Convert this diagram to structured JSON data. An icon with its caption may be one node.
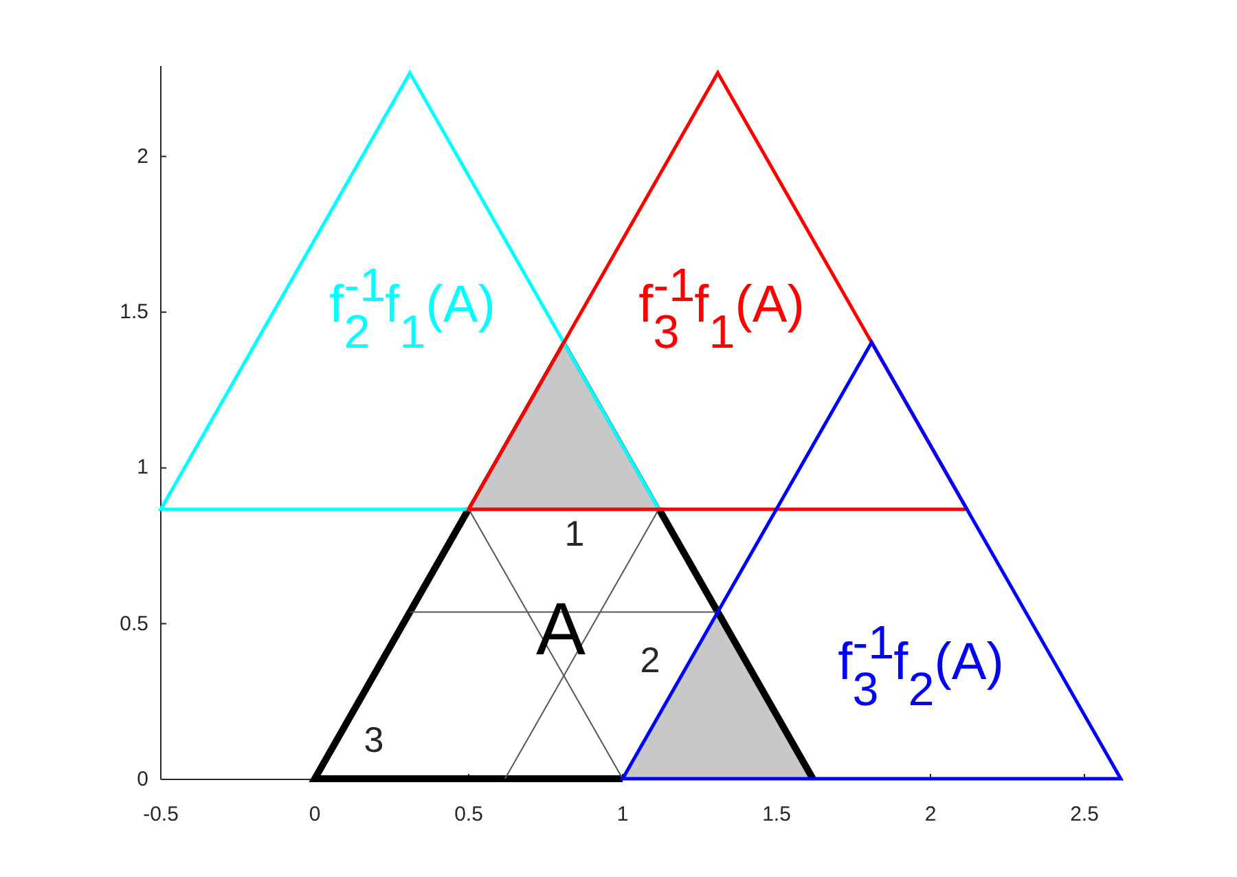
{
  "diagram": {
    "nodes": [
      {
        "text": [
          "A"
        ]
      },
      {
        "text": [
          "f$^{-1}$$_{2}$f$_{1}$(A)"
        ]
      },
      {
        "text": [
          "f$^{-1}$$_{3}$f$_{1}$(A)"
        ]
      },
      {
        "text": [
          "f$^{-1}$$_{3}$f$_{2}$(A)"
        ]
      }
    ],
    "edges": [],
    "labels": [
      "2",
      "1.5",
      "1",
      "1",
      "0.5",
      "2",
      "3",
      "0",
      "-0.5",
      "0",
      "0.5",
      "1",
      "1.5",
      "2",
      "2.5"
    ]
  }
}
